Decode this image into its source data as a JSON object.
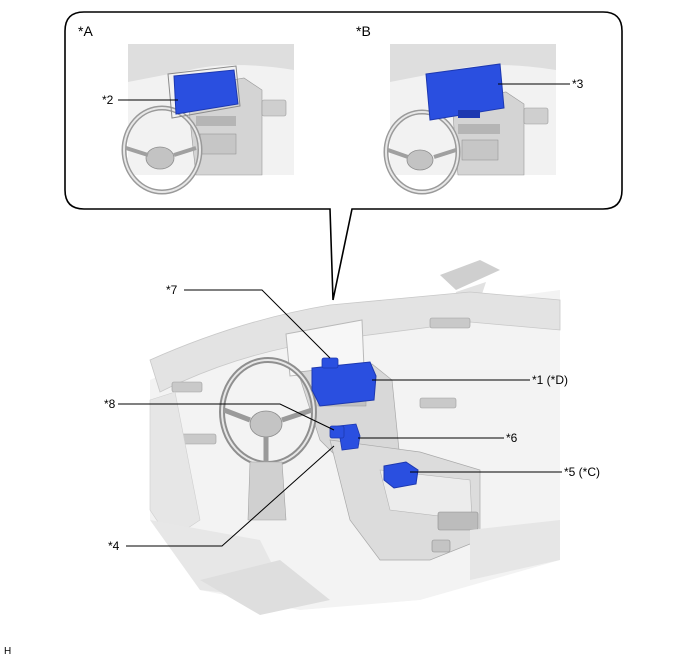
{
  "views": {
    "a": "*A",
    "b": "*B"
  },
  "callouts": {
    "c1": "*1 (*D)",
    "c2": "*2",
    "c3": "*3",
    "c4": "*4",
    "c5": "*5 (*C)",
    "c6": "*6",
    "c7": "*7",
    "c8": "*8"
  },
  "corner_mark": "H",
  "colors": {
    "highlight": "#2a4fe0",
    "highlight_dark": "#1d38b0",
    "line": "#000000",
    "interior_light": "#f0f0f0",
    "interior_mid": "#d9d9d9",
    "interior_dark": "#a9a9a9"
  }
}
